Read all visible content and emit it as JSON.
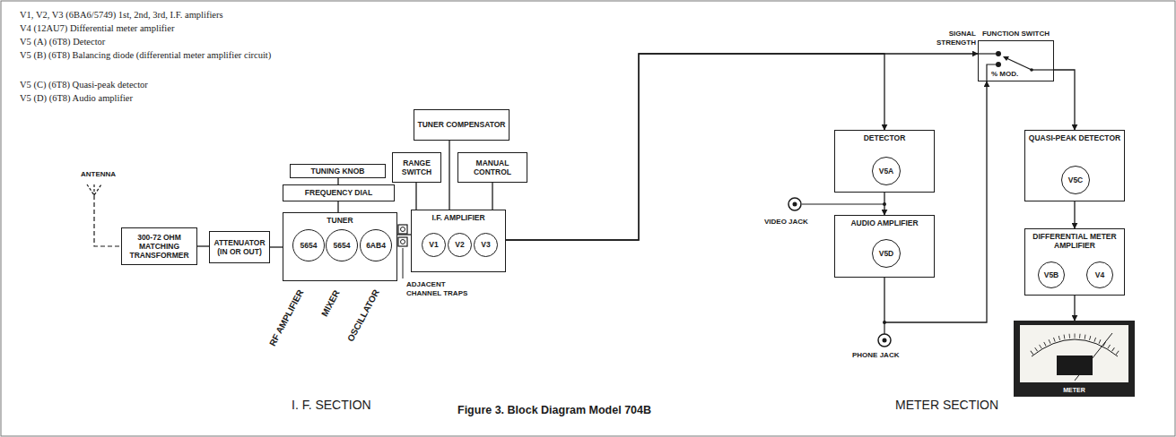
{
  "diagram": {
    "caption": "Figure 3. Block Diagram Model 704B",
    "nodes": [
      {
        "text": [
          "300-72 OHM MATCHING TRANSFORMER"
        ]
      },
      {
        "text": [
          "ATTENUATOR (IN OR OUT)"
        ]
      },
      {
        "text": [
          "TUNING KNOB"
        ]
      },
      {
        "text": [
          "FREQUENCY DIAL"
        ]
      },
      {
        "text": [
          "TUNER"
        ]
      },
      {
        "text": [
          "5654"
        ],
        "in": 4
      },
      {
        "text": [
          "5654"
        ],
        "in": 4
      },
      {
        "text": [
          "6AB4"
        ],
        "in": 4
      },
      {
        "text": [
          "TUNER COMPENSATOR"
        ]
      },
      {
        "text": [
          "RANGE SWITCH"
        ]
      },
      {
        "text": [
          "MANUAL CONTROL"
        ]
      },
      {
        "text": [
          "I.F. AMPLIFIER"
        ]
      },
      {
        "text": [
          "V1"
        ],
        "in": 11
      },
      {
        "text": [
          "V2"
        ],
        "in": 11
      },
      {
        "text": [
          "V3"
        ],
        "in": 11
      },
      {
        "text": [
          "FUNCTION SWITCH"
        ]
      },
      {
        "text": [
          "DETECTOR"
        ]
      },
      {
        "text": [
          "V5A"
        ],
        "in": 16
      },
      {
        "text": [
          "AUDIO AMPLIFIER"
        ]
      },
      {
        "text": [
          "V5D"
        ],
        "in": 18
      },
      {
        "text": [
          "QUASI-PEAK DETECTOR"
        ]
      },
      {
        "text": [
          "V5C"
        ],
        "in": 20
      },
      {
        "text": [
          "DIFFERENTIAL METER AMPLIFIER"
        ]
      },
      {
        "text": [
          "V5B"
        ],
        "in": 22
      },
      {
        "text": [
          "V4"
        ],
        "in": 22
      },
      {
        "text": [
          "METER"
        ]
      }
    ],
    "edges": [
      {
        "from": 0,
        "to": 1,
        "arrow": "none"
      },
      {
        "from": 1,
        "to": 4,
        "arrow": "none"
      },
      {
        "from": 2,
        "to": 3,
        "arrow": "none"
      },
      {
        "from": 3,
        "to": 4,
        "arrow": "none"
      },
      {
        "from": 4,
        "to": 11,
        "arrow": "none"
      },
      {
        "from": 8,
        "to": 11,
        "arrow": "none"
      },
      {
        "from": 9,
        "to": 11,
        "arrow": "none"
      },
      {
        "from": 10,
        "to": 11,
        "arrow": "none"
      },
      {
        "from": 11,
        "to": 16,
        "arrow": "to"
      },
      {
        "from": 11,
        "to": 15,
        "arrow": "to"
      },
      {
        "from": 16,
        "to": 18,
        "arrow": "to"
      },
      {
        "from": 18,
        "to": 15,
        "arrow": "to"
      },
      {
        "from": 15,
        "to": 20,
        "arrow": "to"
      },
      {
        "from": 20,
        "to": 22,
        "arrow": "to"
      },
      {
        "from": 22,
        "to": 25,
        "arrow": "to"
      }
    ],
    "labels": [
      "V1, V2, V3 (6BA6/5749) 1st, 2nd, 3rd, I.F. amplifiers",
      "V4 (12AU7) Differential meter amplifier",
      "V5 (A) (6T8) Detector",
      "V5 (B) (6T8) Balancing diode (differential meter amplifier circuit)",
      "V5 (C) (6T8) Quasi-peak detector",
      "V5 (D) (6T8) Audio amplifier",
      "ANTENNA",
      "RF AMPLIFIER",
      "MIXER",
      "OSCILLATOR",
      "ADJACENT CHANNEL TRAPS",
      "VIDEO JACK",
      "PHONE JACK",
      "SIGNAL STRENGTH",
      "% MOD.",
      "I. F. SECTION",
      "METER SECTION"
    ]
  }
}
